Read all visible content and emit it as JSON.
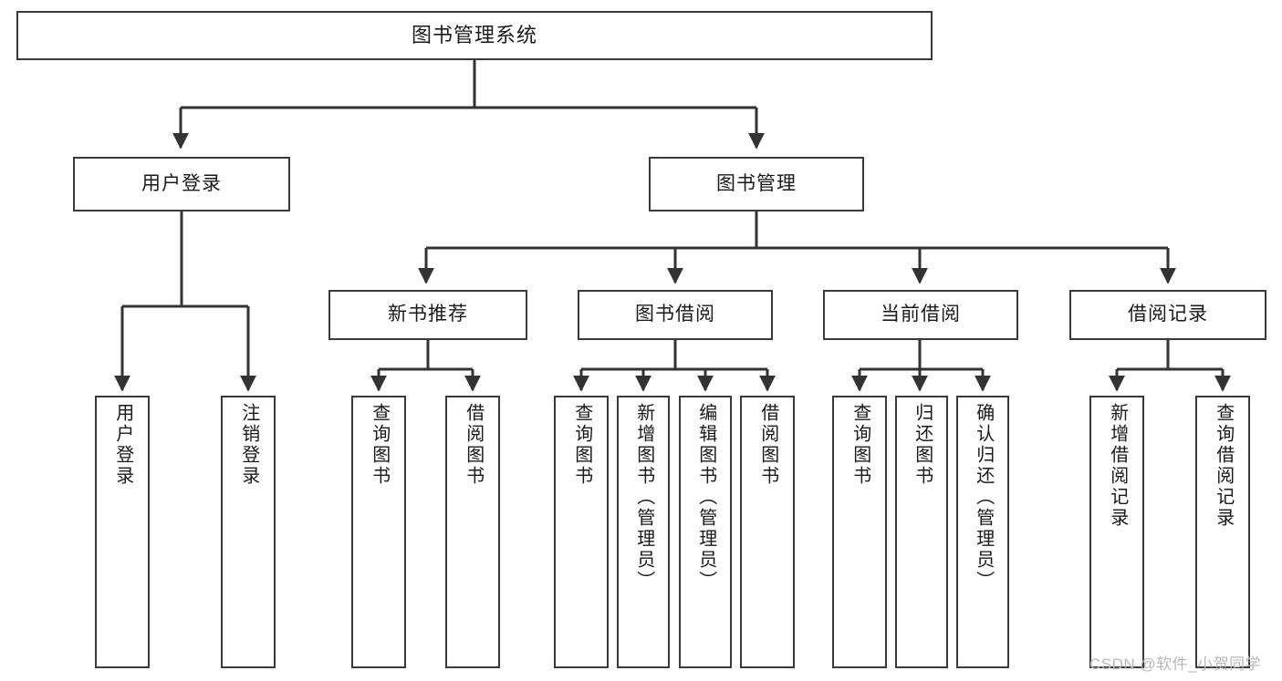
{
  "diagram": {
    "title": "图书管理系统",
    "type": "tree-hierarchy-chart",
    "colors": {
      "box_border": "#3a3a3a",
      "box_fill": "#ffffff",
      "connector": "#333333",
      "text": "#1a1a1a",
      "watermark": "#b9b9b9"
    },
    "root": {
      "label": "图书管理系统"
    },
    "level2": [
      {
        "label": "用户登录"
      },
      {
        "label": "图书管理"
      }
    ],
    "level3": [
      {
        "label": "新书推荐"
      },
      {
        "label": "图书借阅"
      },
      {
        "label": "当前借阅"
      },
      {
        "label": "借阅记录"
      }
    ],
    "leaves": {
      "user_login": [
        {
          "label": "用户登录"
        },
        {
          "label": "注销登录"
        }
      ],
      "new_book_recommend": [
        {
          "label": "查询图书"
        },
        {
          "label": "借阅图书"
        }
      ],
      "book_borrow": [
        {
          "label": "查询图书"
        },
        {
          "label": "新增图书（管理员）"
        },
        {
          "label": "编辑图书（管理员）"
        },
        {
          "label": "借阅图书"
        }
      ],
      "current_borrow": [
        {
          "label": "查询图书"
        },
        {
          "label": "归还图书"
        },
        {
          "label": "确认归还（管理员）"
        }
      ],
      "borrow_record": [
        {
          "label": "新增借阅记录"
        },
        {
          "label": "查询借阅记录"
        }
      ]
    },
    "watermark": "CSDN @软件_小贺同学"
  }
}
